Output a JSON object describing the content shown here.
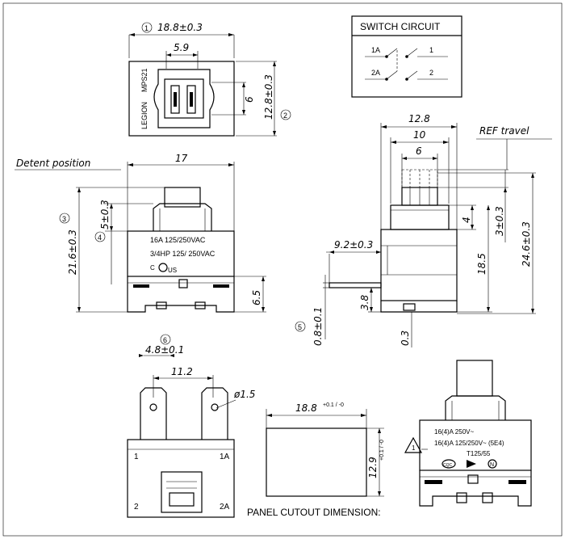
{
  "switch_circuit": {
    "title": "SWITCH CIRCUIT",
    "t1a": "1A",
    "t1": "1",
    "t2a": "2A",
    "t2": "2"
  },
  "top_view": {
    "marker": "1",
    "width": "18.8±0.3",
    "slot": "5.9",
    "height": "12.8±0.3",
    "inner": "6",
    "brand": "LEGION",
    "model": "MPS21",
    "marker2": "2"
  },
  "front_view": {
    "detent_label": "Detent position",
    "width": "17",
    "overall_h": "21.6±0.3",
    "marker3": "3",
    "marker4": "4",
    "detent_h": "5±0.3",
    "rating1": "16A 125/250VAC",
    "rating2": "3/4HP 125/ 250VAC",
    "cert_c": "C",
    "cert_us": "US",
    "base_h": "6.5"
  },
  "side_view": {
    "w1": "12.8",
    "w2": "10",
    "w3": "6",
    "ref_travel": "REF travel",
    "terminal_w": "9.2±0.3",
    "d4": "4",
    "travel": "3±0.3",
    "body_h": "18.5",
    "overall_h": "24.6±0.3",
    "d38": "3.8",
    "thickness": "0.8±0.1",
    "marker5": "5",
    "d03": "0.3"
  },
  "bottom_view": {
    "marker6": "6",
    "tab_w": "4.8±0.1",
    "pitch": "11.2",
    "hole": "ø1.5",
    "t1": "1",
    "t1a": "1A",
    "t2": "2",
    "t2a": "2A"
  },
  "cutout": {
    "width": "18.8",
    "width_tol": "+0.1 / -0",
    "height": "12.9",
    "height_tol": "+0.1 / -0",
    "caption": "PANEL CUTOUT DIMENSION:"
  },
  "back_view": {
    "rating1": "16(4)A 250V~",
    "rating2": "16(4)A 125/250V~ (5E4)",
    "rating3": "T125/55",
    "mark_cqc": "CQC",
    "mark_n": "N",
    "warn": "1"
  }
}
